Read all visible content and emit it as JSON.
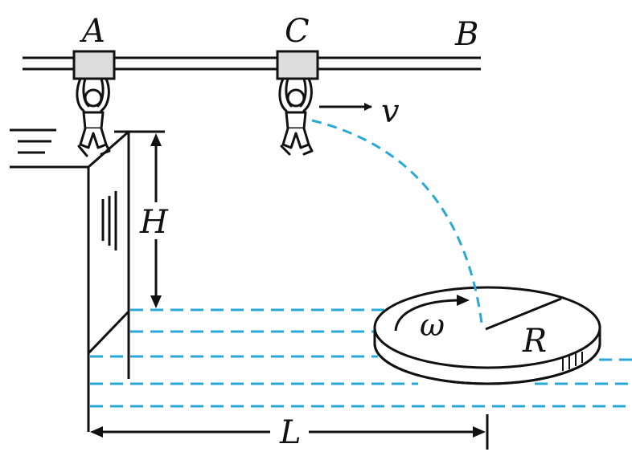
{
  "labels": {
    "A": "A",
    "B": "B",
    "C": "C",
    "v": "v",
    "H": "H",
    "omega": "ω",
    "R": "R",
    "L": "L"
  },
  "colors": {
    "ink": "#111111",
    "dashed": "#2aa8d8",
    "background": "#ffffff"
  }
}
